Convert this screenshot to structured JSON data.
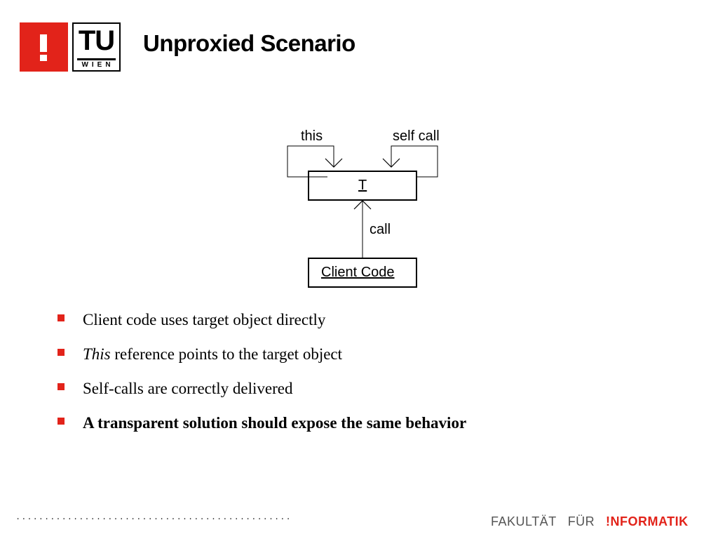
{
  "header": {
    "logo_tu": "TU",
    "logo_wien": "WIEN",
    "title": "Unproxied Scenario"
  },
  "diagram": {
    "label_this": "this",
    "label_self_call": "self call",
    "box_t": "T",
    "label_call": "call",
    "box_client": "Client Code"
  },
  "bullets": {
    "item1": "Client code uses target object directly",
    "item2_italic": "This",
    "item2_rest": " reference points to the target object",
    "item3": "Self-calls are correctly delivered",
    "item4": "A transparent solution should expose the same behavior"
  },
  "footer": {
    "dots": "................................................",
    "fakultat": "FAKULTÄT",
    "fur": "FÜR",
    "informatik": "!NFORMATIK"
  },
  "colors": {
    "accent_red": "#e2231a"
  }
}
